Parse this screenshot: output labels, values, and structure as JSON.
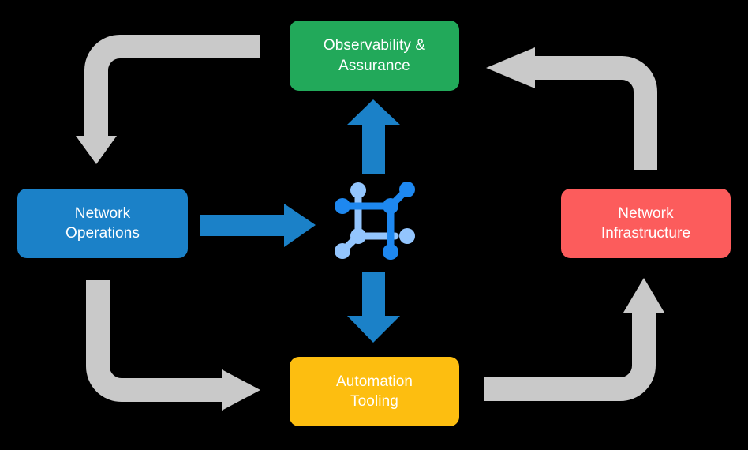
{
  "diagram": {
    "type": "cycle-diagram",
    "background_color": "#000000",
    "title_visible": false,
    "center_icon": {
      "name": "network-topology-icon",
      "primary_color": "#1E88F0",
      "secondary_color": "#93C5FD"
    },
    "nodes": [
      {
        "id": "observability",
        "label": "Observability &\nAssurance",
        "color": "#22A95A",
        "position": "top"
      },
      {
        "id": "operations",
        "label": "Network\nOperations",
        "color": "#1B81C8",
        "position": "left"
      },
      {
        "id": "infrastructure",
        "label": "Network\nInfrastructure",
        "color": "#FC5C5C",
        "position": "right"
      },
      {
        "id": "tooling",
        "label": "Automation\nTooling",
        "color": "#FDBE10",
        "position": "bottom"
      }
    ],
    "blue_arrows": [
      {
        "id": "center-to-observability",
        "direction": "up",
        "color": "#1B81C8"
      },
      {
        "id": "operations-to-center",
        "direction": "right",
        "color": "#1B81C8"
      },
      {
        "id": "center-to-tooling",
        "direction": "down",
        "color": "#1B81C8"
      }
    ],
    "gray_arrows": [
      {
        "id": "observability-to-operations",
        "corner": "top-left",
        "color": "#C9C9C9"
      },
      {
        "id": "infrastructure-to-observability",
        "corner": "top-right",
        "color": "#C9C9C9"
      },
      {
        "id": "operations-to-tooling",
        "corner": "bottom-left",
        "color": "#C9C9C9"
      },
      {
        "id": "tooling-to-infrastructure",
        "corner": "bottom-right",
        "color": "#C9C9C9"
      }
    ]
  }
}
